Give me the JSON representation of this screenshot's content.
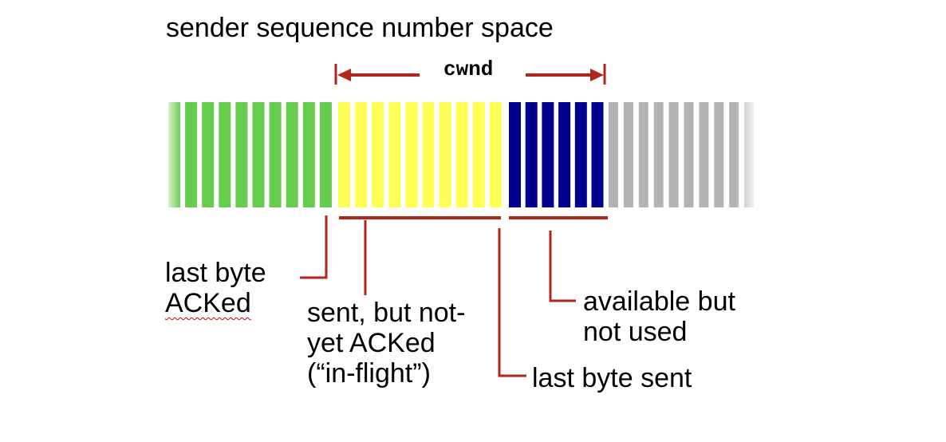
{
  "title": "sender sequence number space",
  "window_label": "cwnd",
  "colors": {
    "acked": "#66cc4d",
    "in_flight": "#ffff55",
    "usable": "#00008f",
    "unavailable": "#b3b3b3",
    "annotation": "#b0261e"
  },
  "segments": {
    "acked": 10,
    "in_flight": 10,
    "usable": 6,
    "unavailable": 10
  },
  "labels": {
    "last_byte_acked": [
      "last byte",
      "ACKed"
    ],
    "sent_not_acked": [
      "sent, but not-",
      "yet ACKed",
      "(“in-flight”)"
    ],
    "available": [
      "available but",
      "not used"
    ],
    "last_byte_sent": "last byte sent"
  }
}
